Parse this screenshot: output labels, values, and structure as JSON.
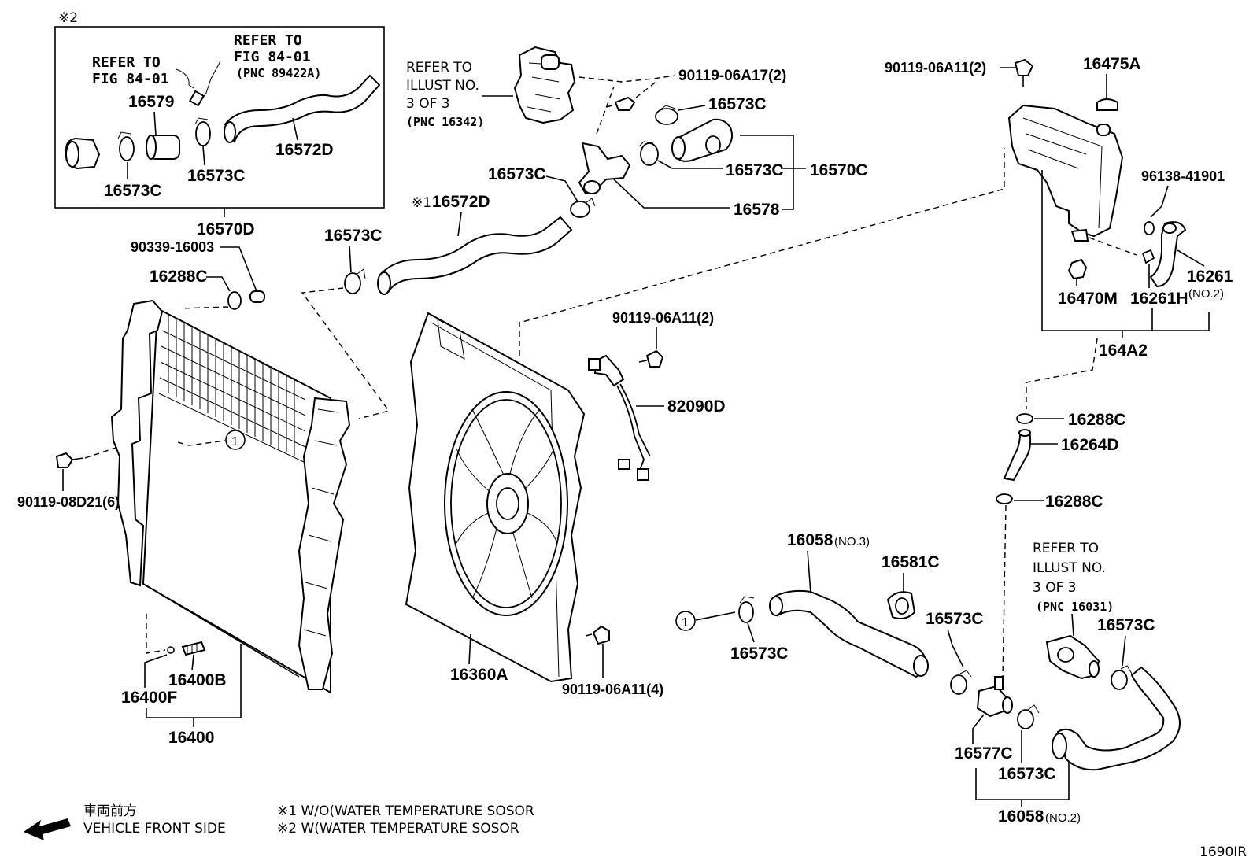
{
  "inset": {
    "mark": "※2",
    "ref1": {
      "line1": "REFER TO",
      "line2": "FIG 84-01"
    },
    "ref2": {
      "line1": "REFER TO",
      "line2": "FIG 84-01",
      "line3": "(PNC 89422A)"
    },
    "labels": {
      "p16579": "16579",
      "p16572D": "16572D",
      "p16573C_a": "16573C",
      "p16573C_b": "16573C"
    },
    "assembly": "16570D"
  },
  "refs": {
    "r1": {
      "line1": "REFER TO",
      "line2": "ILLUST NO.",
      "line3": "3 OF 3",
      "line4": "(PNC 16342)"
    },
    "r2": {
      "line1": "REFER TO",
      "line2": "ILLUST NO.",
      "line3": "3 OF 3",
      "line4": "(PNC 16031)"
    }
  },
  "parts": {
    "b_06A17": "90119-06A17(2)",
    "c16573C_1": "16573C",
    "c16573C_2": "16573C",
    "a16570C": "16570C",
    "p16578": "16578",
    "c16573C_3": "16573C",
    "mark1": "※1",
    "h16572D": "16572D",
    "c16573C_4": "16573C",
    "b_16003": "90339-16003",
    "c16288C_1": "16288C",
    "b_08D21": "90119-08D21(6)",
    "p16400F": "16400F",
    "p16400B": "16400B",
    "p16400": "16400",
    "b_06A11a": "90119-06A11(2)",
    "w82090D": "82090D",
    "f16360A": "16360A",
    "b_06A11b": "90119-06A11(4)",
    "b_06A11c": "90119-06A11(2)",
    "t16475A": "16475A",
    "b_41901": "96138-41901",
    "h16261": "16261",
    "h16261_no": "(NO.2)",
    "p16470M": "16470M",
    "p16261H": "16261H",
    "a164A2": "164A2",
    "c16288C_2": "16288C",
    "h16264D": "16264D",
    "c16288C_3": "16288C",
    "h16058a": "16058",
    "h16058a_no": "(NO.3)",
    "p16581C": "16581C",
    "c16573C_5": "16573C",
    "c16573C_6": "16573C",
    "c16573C_7": "16573C",
    "c16573C_8": "16573C",
    "p16577C": "16577C",
    "h16058b": "16058",
    "h16058b_no": "(NO.2)",
    "circle1": "1",
    "circle2": "1"
  },
  "legend": {
    "front_jp": "車両前方",
    "front_en": "VEHICLE FRONT SIDE",
    "note1": "※1 W/O(WATER TEMPERATURE SOSOR",
    "note2": "※2 W(WATER TEMPERATURE SOSOR"
  },
  "figure_code": "1690IR"
}
